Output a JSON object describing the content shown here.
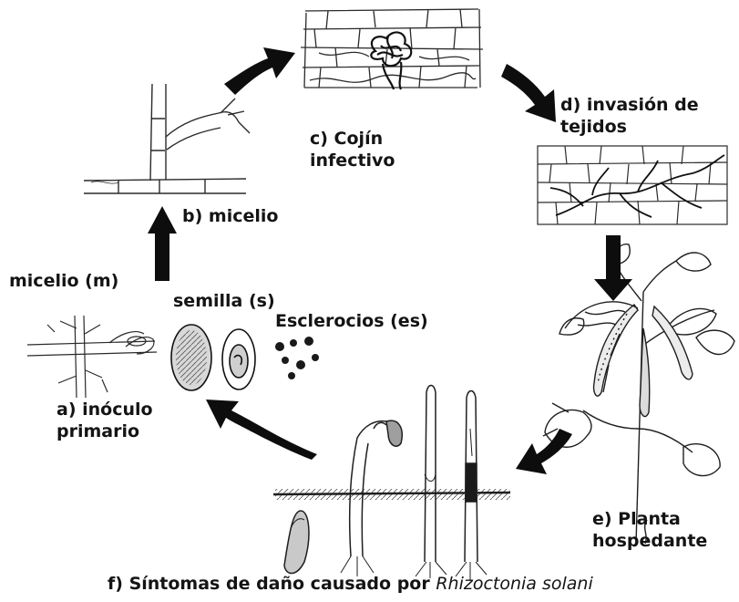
{
  "labels": {
    "c_line1": "c) Cojín",
    "c_line2": "infectivo",
    "d_line1": "d) invasión de",
    "d_line2": "tejidos",
    "b": "b) micelio",
    "m": "micelio (m)",
    "s": "semilla (s)",
    "es": "Esclerocios (es)",
    "a_line1": "a) inóculo",
    "a_line2": "primario",
    "e_line1": "e) Planta",
    "e_line2": "hospedante"
  },
  "caption": {
    "prefix": "f) Síntomas de daño causado por ",
    "species": "Rhizoctonia solani"
  },
  "colors": {
    "ink": "#141414",
    "arrow": "#0d0d0d",
    "sketch": "#2a2a2a",
    "background": "#ffffff"
  },
  "icons": [
    "arrow-icon",
    "mycelium-icon",
    "seed-icon",
    "sclerotia-icon",
    "infection-cushion-icon",
    "tissue-invasion-icon",
    "host-plant-icon",
    "damaged-seedlings-icon"
  ]
}
